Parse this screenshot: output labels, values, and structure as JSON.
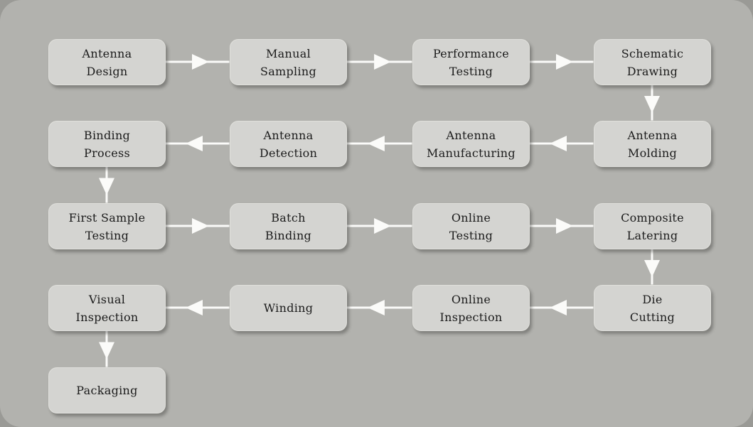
{
  "diagram": {
    "type": "flowchart",
    "description": "Antenna manufacturing process flow, serpentine left-right layout",
    "colors": {
      "outer_background": "#9a9a96",
      "canvas_background": "#b2b2ae",
      "node_fill": "#d4d4d1",
      "node_text": "#1b1b1b",
      "arrow": "#fbfbf9"
    },
    "nodes": [
      {
        "id": "antenna-design",
        "lines": [
          "Antenna",
          "Design"
        ],
        "col": 0,
        "row": 0
      },
      {
        "id": "manual-sampling",
        "lines": [
          "Manual",
          "Sampling"
        ],
        "col": 1,
        "row": 0
      },
      {
        "id": "performance-testing",
        "lines": [
          "Performance",
          "Testing"
        ],
        "col": 2,
        "row": 0
      },
      {
        "id": "schematic-drawing",
        "lines": [
          "Schematic",
          "Drawing"
        ],
        "col": 3,
        "row": 0
      },
      {
        "id": "antenna-molding",
        "lines": [
          "Antenna",
          "Molding"
        ],
        "col": 3,
        "row": 1
      },
      {
        "id": "antenna-manufacturing",
        "lines": [
          "Antenna",
          "Manufacturing"
        ],
        "col": 2,
        "row": 1
      },
      {
        "id": "antenna-detection",
        "lines": [
          "Antenna",
          "Detection"
        ],
        "col": 1,
        "row": 1
      },
      {
        "id": "binding-process",
        "lines": [
          "Binding",
          "Process"
        ],
        "col": 0,
        "row": 1
      },
      {
        "id": "first-sample-testing",
        "lines": [
          "First Sample",
          "Testing"
        ],
        "col": 0,
        "row": 2
      },
      {
        "id": "batch-binding",
        "lines": [
          "Batch",
          "Binding"
        ],
        "col": 1,
        "row": 2
      },
      {
        "id": "online-testing",
        "lines": [
          "Online",
          "Testing"
        ],
        "col": 2,
        "row": 2
      },
      {
        "id": "composite-latering",
        "lines": [
          "Composite",
          "Latering"
        ],
        "col": 3,
        "row": 2
      },
      {
        "id": "die-cutting",
        "lines": [
          "Die",
          "Cutting"
        ],
        "col": 3,
        "row": 3
      },
      {
        "id": "online-inspection",
        "lines": [
          "Online",
          "Inspection"
        ],
        "col": 2,
        "row": 3
      },
      {
        "id": "winding",
        "lines": [
          "Winding"
        ],
        "col": 1,
        "row": 3
      },
      {
        "id": "visual-inspection",
        "lines": [
          "Visual",
          "Inspection"
        ],
        "col": 0,
        "row": 3
      },
      {
        "id": "packaging",
        "lines": [
          "Packaging"
        ],
        "col": 0,
        "row": 4
      }
    ],
    "edges": [
      {
        "from": 0,
        "to": 1
      },
      {
        "from": 1,
        "to": 2
      },
      {
        "from": 2,
        "to": 3
      },
      {
        "from": 3,
        "to": 4
      },
      {
        "from": 4,
        "to": 5
      },
      {
        "from": 5,
        "to": 6
      },
      {
        "from": 6,
        "to": 7
      },
      {
        "from": 7,
        "to": 8
      },
      {
        "from": 8,
        "to": 9
      },
      {
        "from": 9,
        "to": 10
      },
      {
        "from": 10,
        "to": 11
      },
      {
        "from": 11,
        "to": 12
      },
      {
        "from": 12,
        "to": 13
      },
      {
        "from": 13,
        "to": 14
      },
      {
        "from": 14,
        "to": 15
      },
      {
        "from": 15,
        "to": 16
      }
    ]
  }
}
